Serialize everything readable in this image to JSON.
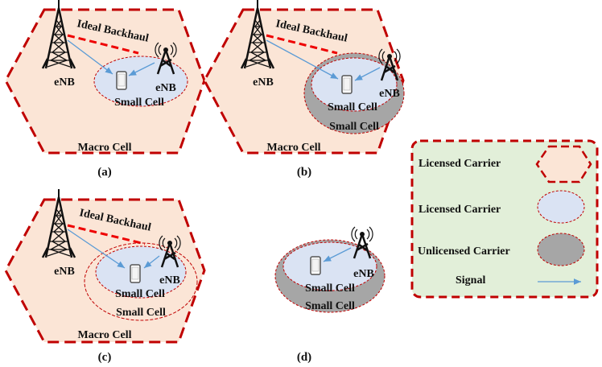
{
  "panels": [
    {
      "caption": "(a)",
      "macro": "Macro Cell",
      "backhaul": "Ideal Backhaul",
      "enb_macro": "eNB",
      "enb_small": "eNB",
      "small_cell": "Small Cell"
    },
    {
      "caption": "(b)",
      "macro": "Macro Cell",
      "backhaul": "Ideal Backhaul",
      "enb_macro": "eNB",
      "enb_small": "eNB",
      "small_cell": "Small Cell",
      "small_cell_unlicensed": "Small Cell"
    },
    {
      "caption": "(c)",
      "macro": "Macro Cell",
      "backhaul": "Ideal Backhaul",
      "enb_macro": "eNB",
      "enb_small": "eNB",
      "small_cell": "Small Cell",
      "small_cell_unlicensed": "Small Cell"
    },
    {
      "caption": "(d)",
      "enb_small": "eNB",
      "small_cell": "Small Cell",
      "small_cell_unlicensed": "Small Cell"
    }
  ],
  "legend": {
    "items": [
      {
        "label": "Licensed Carrier",
        "symbol": "hexagon"
      },
      {
        "label": "Licensed Carrier",
        "symbol": "ellipse-blue"
      },
      {
        "label": "Unlicensed Carrier",
        "symbol": "ellipse-grey"
      },
      {
        "label": "Signal",
        "symbol": "arrow"
      }
    ]
  },
  "colors": {
    "macro_fill": "#fbe5d6",
    "border_red": "#c00000",
    "small_fill": "#dae3f3",
    "unlicensed_fill": "#a6a6a6",
    "legend_fill": "#e2efd9",
    "signal": "#5b9bd5"
  }
}
